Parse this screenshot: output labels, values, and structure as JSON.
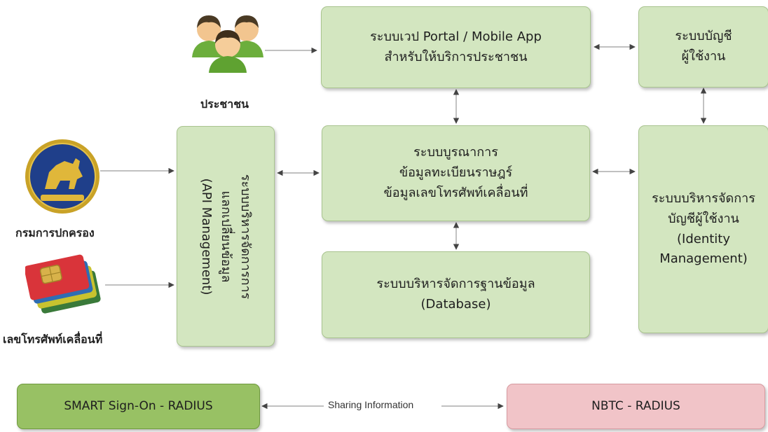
{
  "actors": {
    "citizens": "ประชาชน",
    "dopa": "กรมการปกครอง",
    "mobile_numbers": "เลขโทรศัพท์เคลื่อนที่"
  },
  "boxes": {
    "portal": {
      "line1": "ระบบเวป Portal / Mobile App",
      "line2": "สำหรับให้บริการประชาชน"
    },
    "account": {
      "line1": "ระบบบัญชี",
      "line2": "ผู้ใช้งาน"
    },
    "api": {
      "line1": "ระบบบริหารจัดการการ",
      "line2": "แลกเปลี่ยนข้อมูล",
      "line3": "(API Management)"
    },
    "integration": {
      "line1": "ระบบบูรณาการ",
      "line2": "ข้อมูลทะเบียนราษฎร์",
      "line3": "ข้อมูลเลขโทรศัพท์เคลื่อนที่"
    },
    "identity": {
      "line1": "ระบบบริหารจัดการ",
      "line2": "บัญชีผู้ใช้งาน",
      "line3": "(Identity",
      "line4": "Management)"
    },
    "database": {
      "line1": "ระบบบริหารจัดการฐานข้อมูล",
      "line2": "(Database)"
    },
    "smart_signon": {
      "label": "SMART Sign-On - RADIUS"
    },
    "nbtc": {
      "label": "NBTC - RADIUS"
    }
  },
  "connector_label": "Sharing Information",
  "colors": {
    "box_fill": "#d3e6c0",
    "box_dark_fill": "#98c164",
    "box_pink_fill": "#f1c4c8",
    "arrow": "#555555"
  },
  "icons": {
    "citizens": "people-group-icon",
    "dopa": "department-seal-icon",
    "mobile_numbers": "sim-cards-icon"
  }
}
